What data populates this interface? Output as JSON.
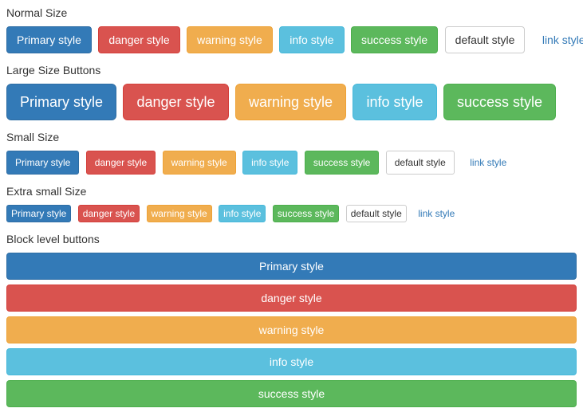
{
  "colors": {
    "primary": "#337ab7",
    "primary-border": "#2e6da4",
    "danger": "#d9534f",
    "danger-border": "#d43f3a",
    "warning": "#f0ad4e",
    "warning-border": "#eea236",
    "info": "#5bc0de",
    "info-border": "#46b8da",
    "success": "#5cb85c",
    "success-border": "#4cae4c",
    "default-bg": "#ffffff",
    "default-border": "#cccccc",
    "link": "#337ab7",
    "text": "#333333"
  },
  "sections": [
    {
      "label": "Normal Size",
      "size": "normal",
      "buttons": [
        {
          "label": "Primary style",
          "style": "primary"
        },
        {
          "label": "danger style",
          "style": "danger"
        },
        {
          "label": "warning style",
          "style": "warning"
        },
        {
          "label": "info style",
          "style": "info"
        },
        {
          "label": "success style",
          "style": "success"
        },
        {
          "label": "default style",
          "style": "default"
        },
        {
          "label": "link style",
          "style": "link"
        }
      ]
    },
    {
      "label": "Large Size Buttons",
      "size": "large",
      "buttons": [
        {
          "label": "Primary style",
          "style": "primary"
        },
        {
          "label": "danger style",
          "style": "danger"
        },
        {
          "label": "warning style",
          "style": "warning"
        },
        {
          "label": "info style",
          "style": "info"
        },
        {
          "label": "success style",
          "style": "success"
        }
      ]
    },
    {
      "label": "Small Size",
      "size": "small",
      "buttons": [
        {
          "label": "Primary style",
          "style": "primary"
        },
        {
          "label": "danger style",
          "style": "danger"
        },
        {
          "label": "warning style",
          "style": "warning"
        },
        {
          "label": "info style",
          "style": "info"
        },
        {
          "label": "success style",
          "style": "success"
        },
        {
          "label": "default style",
          "style": "default"
        },
        {
          "label": "link style",
          "style": "link"
        }
      ]
    },
    {
      "label": "Extra small Size",
      "size": "xsmall",
      "buttons": [
        {
          "label": "Primary style",
          "style": "primary"
        },
        {
          "label": "danger style",
          "style": "danger"
        },
        {
          "label": "warning style",
          "style": "warning"
        },
        {
          "label": "info style",
          "style": "info"
        },
        {
          "label": "success style",
          "style": "success"
        },
        {
          "label": "default style",
          "style": "default"
        },
        {
          "label": "link style",
          "style": "link"
        }
      ]
    },
    {
      "label": "Block level buttons",
      "size": "block",
      "buttons": [
        {
          "label": "Primary style",
          "style": "primary"
        },
        {
          "label": "danger style",
          "style": "danger"
        },
        {
          "label": "warning style",
          "style": "warning"
        },
        {
          "label": "info style",
          "style": "info"
        },
        {
          "label": "success style",
          "style": "success"
        }
      ]
    }
  ]
}
